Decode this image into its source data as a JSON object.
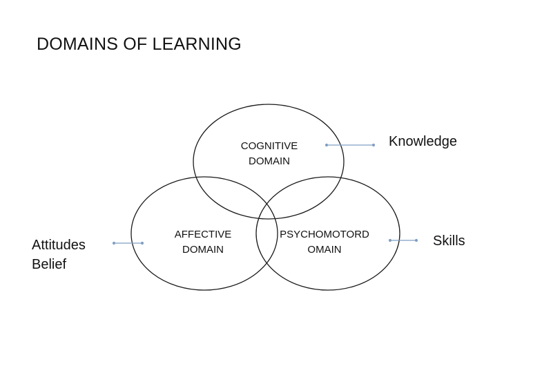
{
  "title": "DOMAINS OF LEARNING",
  "domains": {
    "cognitive": {
      "line1": "COGNITIVE",
      "line2": "DOMAIN"
    },
    "affective": {
      "line1": "AFFECTIVE",
      "line2": "DOMAIN"
    },
    "psychomotor": {
      "line1": "PSYCHOMOTORD",
      "line2": "OMAIN"
    }
  },
  "outputs": {
    "knowledge": "Knowledge",
    "skills": "Skills",
    "attitudes": {
      "line1": "Attitudes",
      "line2": "Belief"
    }
  },
  "colors": {
    "circle_stroke": "#1a1a1a",
    "arrow": "#7f9fc3"
  }
}
